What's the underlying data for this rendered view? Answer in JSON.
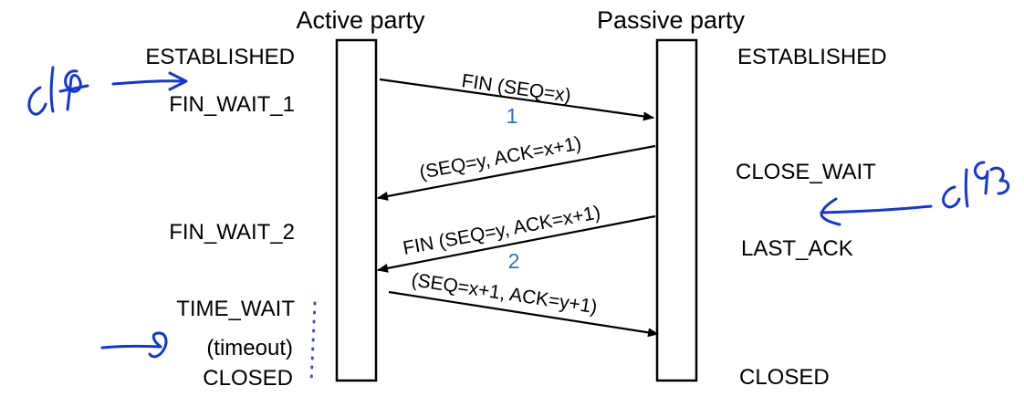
{
  "headers": {
    "active": "Active party",
    "passive": "Passive party"
  },
  "active_states": {
    "established": "ESTABLISHED",
    "fin_wait_1": "FIN_WAIT_1",
    "fin_wait_2": "FIN_WAIT_2",
    "time_wait": "TIME_WAIT",
    "timeout": "(timeout)",
    "closed": "CLOSED"
  },
  "passive_states": {
    "established": "ESTABLISHED",
    "close_wait": "CLOSE_WAIT",
    "last_ack": "LAST_ACK",
    "closed": "CLOSED"
  },
  "messages": {
    "m1": "FIN (SEQ=x)",
    "m2": "(SEQ=y, ACK=x+1)",
    "m3": "FIN (SEQ=y, ACK=x+1)",
    "m4": "(SEQ=x+1, ACK=y+1)"
  },
  "step_numbers": {
    "one": "1",
    "two": "2"
  },
  "handwriting": {
    "left_note": "close",
    "right_note": "close"
  },
  "colors": {
    "ink": "#1536d6",
    "step_number": "#2f6fc8"
  }
}
